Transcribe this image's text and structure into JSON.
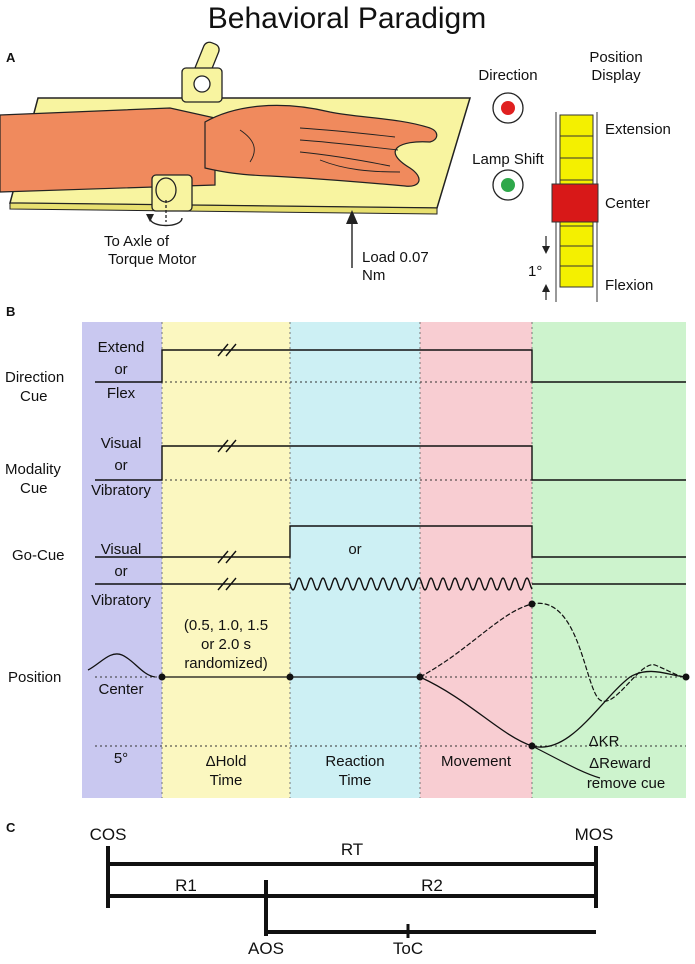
{
  "title": "Behavioral Paradigm",
  "panels": {
    "a": "A",
    "b": "B",
    "c": "C"
  },
  "panel_a": {
    "axle_label": [
      "To Axle of",
      "Torque Motor"
    ],
    "load_label": [
      "Load 0.07",
      "Nm"
    ],
    "direction_label": "Direction",
    "lamp_shift_label": "Lamp Shift",
    "position_display_label": [
      "Position",
      "Display"
    ],
    "extension_label": "Extension",
    "center_label": "Center",
    "flexion_label": "Flexion",
    "degree_label": "1°",
    "colors": {
      "direction_lamp": "#e02020",
      "lamp_shift": "#2ea84a",
      "display": "#f4f000",
      "center_block": "#d81818",
      "arm": "#f08a5d",
      "board": "#f8f4a0"
    }
  },
  "panel_b": {
    "rows": {
      "direction": {
        "label": [
          "Direction",
          "Cue"
        ],
        "top": "Extend",
        "mid": "or",
        "bottom": "Flex"
      },
      "modality": {
        "label": [
          "Modality",
          "Cue"
        ],
        "top": "Visual",
        "mid": "or",
        "bottom": "Vibratory"
      },
      "gocue": {
        "label": "Go-Cue",
        "top": "Visual",
        "mid": "or",
        "bottom": "Vibratory",
        "or_center": "or"
      },
      "position": {
        "label": "Position",
        "center": "Center",
        "five_deg": "5°"
      }
    },
    "hold_note": [
      "(0.5, 1.0, 1.5",
      "or 2.0 s",
      "randomized)"
    ],
    "phases": [
      {
        "name": "pre",
        "color": "#c9c8f0",
        "label": []
      },
      {
        "name": "hold",
        "color": "#fbf7c0",
        "label": [
          "ΔHold",
          "Time"
        ]
      },
      {
        "name": "reaction",
        "color": "#cdf0f4",
        "label": [
          "Reaction",
          "Time"
        ]
      },
      {
        "name": "movement",
        "color": "#f8cdd2",
        "label": [
          "Movement"
        ]
      },
      {
        "name": "reward",
        "color": "#cdf3cd",
        "label": [
          "ΔKR",
          "ΔReward",
          "remove cue"
        ]
      }
    ]
  },
  "panel_c": {
    "cos": "COS",
    "mos": "MOS",
    "rt": "RT",
    "r1": "R1",
    "r2": "R2",
    "aos": "AOS",
    "toc": "ToC"
  }
}
